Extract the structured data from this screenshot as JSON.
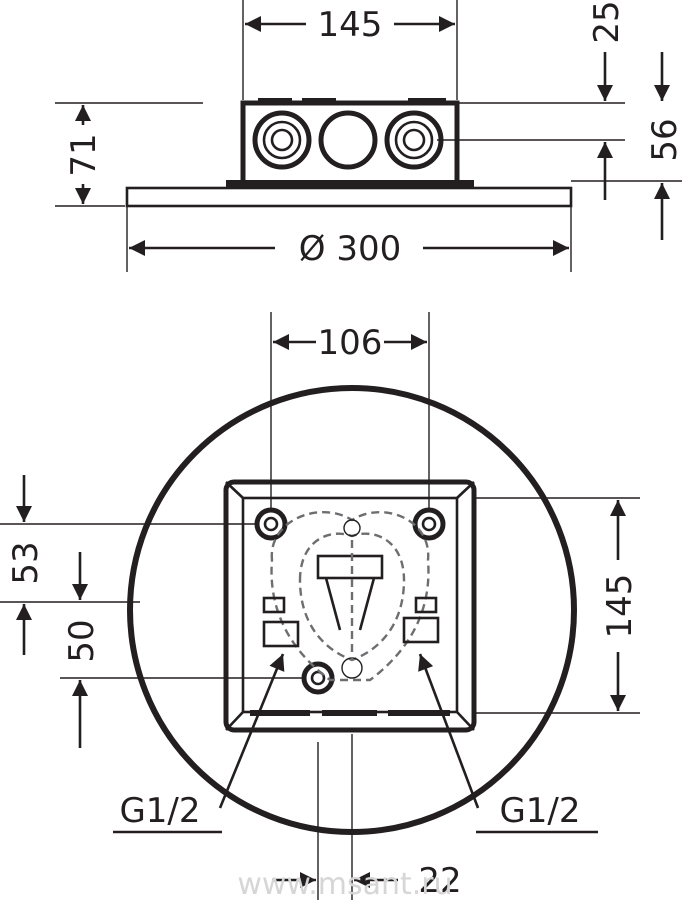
{
  "dimensions": {
    "top_box_width": "145",
    "top_offset": "25",
    "top_height": "71",
    "outlet_spacing": "56",
    "plate_diameter": "Ø 300",
    "mount_hole_spacing": "106",
    "hole_to_edge": "53",
    "hole_to_bottom": "50",
    "box_height": "145",
    "outlet_offset": "22"
  },
  "labels": {
    "connection_left": "G1/2",
    "connection_right": "G1/2"
  },
  "watermark": "www.msant.ru",
  "colors": {
    "line": "#231f20",
    "hidden_line": "#6d6e71",
    "watermark": "#d6d6d6"
  }
}
